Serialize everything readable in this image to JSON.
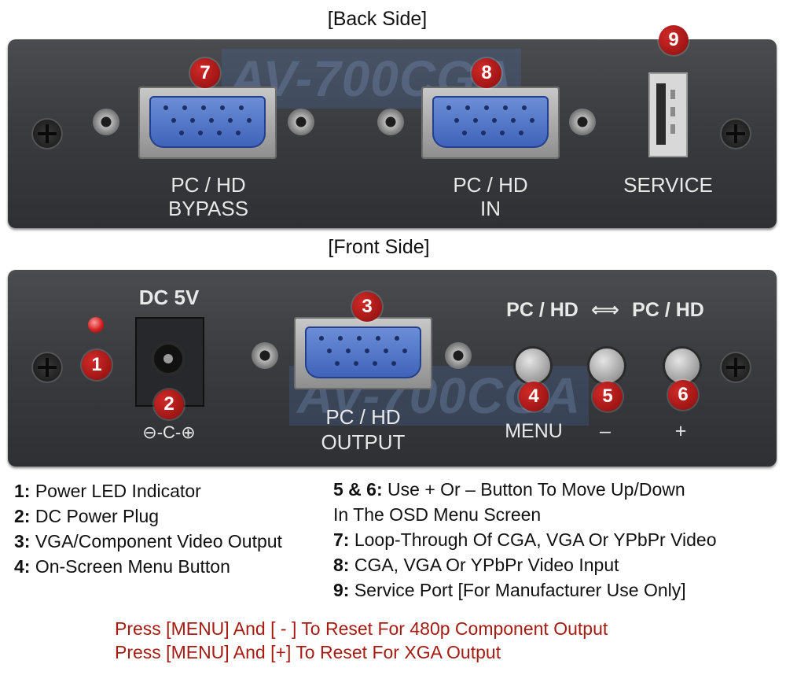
{
  "back_side": {
    "label": "[Back Side]",
    "watermark": "AV-700CGA",
    "ports": [
      {
        "badge": "7",
        "line1": "PC / HD",
        "line2": "BYPASS"
      },
      {
        "badge": "8",
        "line1": "PC / HD",
        "line2": "IN"
      },
      {
        "badge": "9",
        "line1": "SERVICE"
      }
    ]
  },
  "front_side": {
    "label": "[Front Side]",
    "watermark": "AV-700CGA",
    "dc_label": "DC 5V",
    "polarity_symbol": "⊖-C-⊕",
    "toggle_label_left": "PC / HD",
    "toggle_arrow": "⟺",
    "toggle_label_right": "PC / HD",
    "output": {
      "badge": "3",
      "line1": "PC / HD",
      "line2": "OUTPUT"
    },
    "led_badge": "1",
    "dc_badge": "2",
    "buttons": [
      {
        "badge": "4",
        "label": "MENU"
      },
      {
        "badge": "5",
        "label": "–"
      },
      {
        "badge": "6",
        "label": "+"
      }
    ]
  },
  "legend_left": [
    {
      "num": "1:",
      "text": "Power LED Indicator"
    },
    {
      "num": "2:",
      "text": "DC Power Plug"
    },
    {
      "num": "3:",
      "text": "VGA/Component Video Output"
    },
    {
      "num": "4:",
      "text": "On-Screen Menu Button"
    }
  ],
  "legend_right": [
    {
      "num": "5 & 6:",
      "text": "Use + Or – Button To Move Up/Down"
    },
    {
      "num": "",
      "text": "In The OSD Menu Screen"
    },
    {
      "num": "7:",
      "text": "Loop-Through Of CGA, VGA Or YPbPr Video"
    },
    {
      "num": "8:",
      "text": "CGA, VGA Or YPbPr Video Input"
    },
    {
      "num": "9:",
      "text": "Service Port [For Manufacturer Use Only]"
    }
  ],
  "reset_notes": [
    "Press [MENU] And [ - ] To Reset For 480p Component Output",
    "Press [MENU] And [+] To Reset For XGA Output"
  ],
  "colors": {
    "badge_red": "#a0100f",
    "note_red": "#a61b12",
    "panel_gray": "#3a3c40"
  }
}
